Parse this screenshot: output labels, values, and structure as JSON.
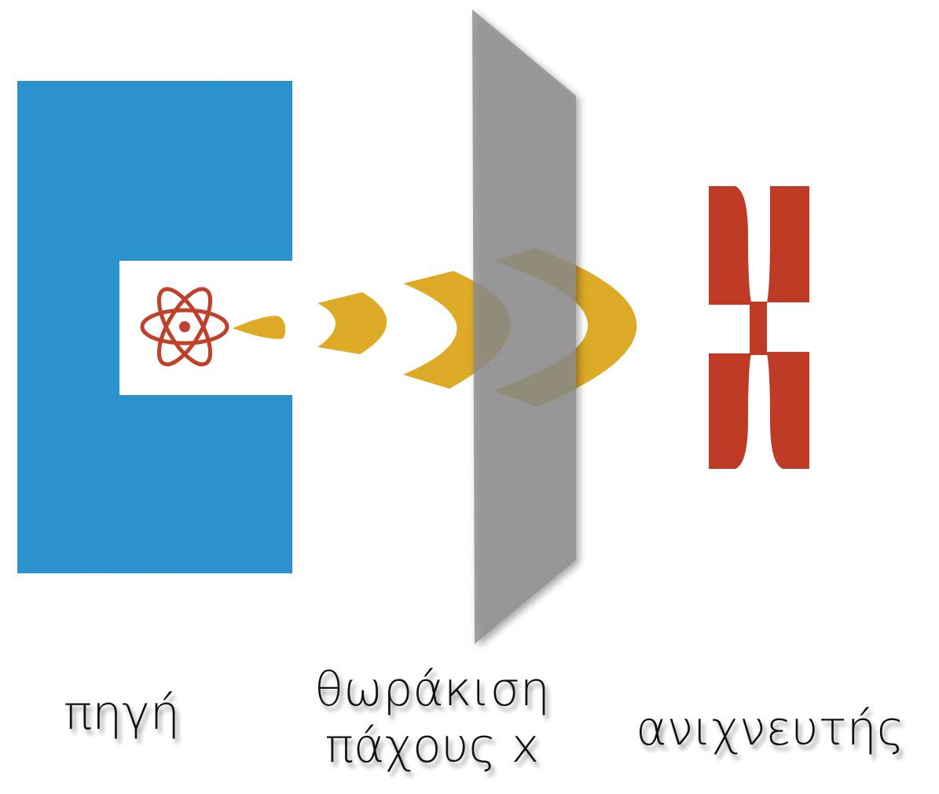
{
  "labels": {
    "source": "πηγή",
    "shield_line1": "θωράκιση",
    "shield_line2": "πάχους x",
    "detector": "ανιχνευτής"
  },
  "colors": {
    "source_block": "#2b95d0",
    "atom_symbol": "#c0412b",
    "radiation_waves": "#e2ae29",
    "shield": "#8c8c8c",
    "detector": "#c23b26"
  },
  "icons": {
    "radiation_source": "atom-icon",
    "detector": "detector-icon"
  }
}
